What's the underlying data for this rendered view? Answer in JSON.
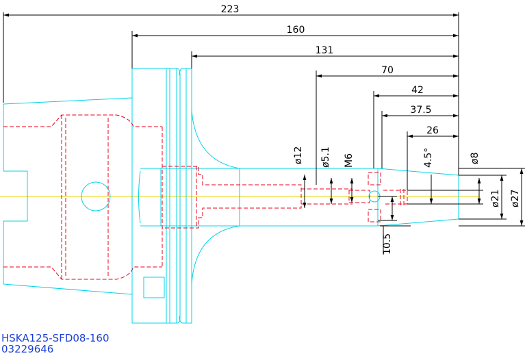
{
  "drawing": {
    "part_number": "HSKA125-SFD08-160",
    "article_number": "03229646",
    "colors": {
      "outline": "#00d4e8",
      "hidden": "#e8001c",
      "centerline": "#e8d400",
      "dimension": "#000000",
      "label": "#1a3fd6"
    },
    "dimensions": {
      "overall_length": "223",
      "length_160": "160",
      "length_131": "131",
      "length_70": "70",
      "length_42": "42",
      "length_37_5": "37.5",
      "length_26": "26",
      "dia_12": "ø12",
      "dia_5_1": "ø5.1",
      "thread_m6": "M6",
      "taper_angle": "4.5°",
      "dia_8": "ø8",
      "dia_21": "ø21",
      "dia_27": "ø27",
      "width_10_5": "10.5"
    }
  }
}
